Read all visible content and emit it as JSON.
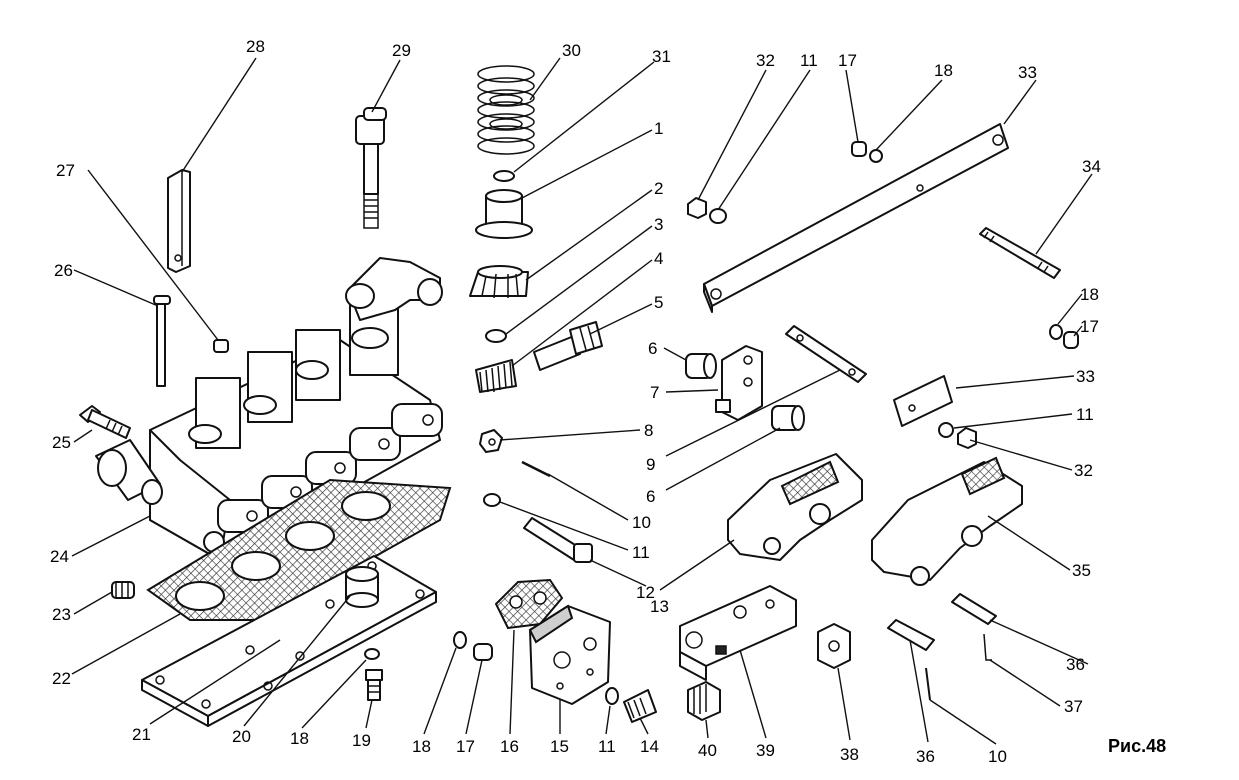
{
  "caption": "Рис.48",
  "callouts": [
    {
      "id": "c28",
      "text": "28"
    },
    {
      "id": "c29",
      "text": "29"
    },
    {
      "id": "c30",
      "text": "30"
    },
    {
      "id": "c31",
      "text": "31"
    },
    {
      "id": "c1",
      "text": "1"
    },
    {
      "id": "c2",
      "text": "2"
    },
    {
      "id": "c3",
      "text": "3"
    },
    {
      "id": "c4",
      "text": "4"
    },
    {
      "id": "c5",
      "text": "5"
    },
    {
      "id": "c6a",
      "text": "6"
    },
    {
      "id": "c7",
      "text": "7"
    },
    {
      "id": "c8",
      "text": "8"
    },
    {
      "id": "c9",
      "text": "9"
    },
    {
      "id": "c6b",
      "text": "6"
    },
    {
      "id": "c10a",
      "text": "10"
    },
    {
      "id": "c11a",
      "text": "11"
    },
    {
      "id": "c13",
      "text": "13"
    },
    {
      "id": "c12",
      "text": "12"
    },
    {
      "id": "c27",
      "text": "27"
    },
    {
      "id": "c26",
      "text": "26"
    },
    {
      "id": "c25",
      "text": "25"
    },
    {
      "id": "c24",
      "text": "24"
    },
    {
      "id": "c23",
      "text": "23"
    },
    {
      "id": "c22",
      "text": "22"
    },
    {
      "id": "c21",
      "text": "21"
    },
    {
      "id": "c20",
      "text": "20"
    },
    {
      "id": "c18a",
      "text": "18"
    },
    {
      "id": "c19",
      "text": "19"
    },
    {
      "id": "c18b",
      "text": "18"
    },
    {
      "id": "c17a",
      "text": "17"
    },
    {
      "id": "c16",
      "text": "16"
    },
    {
      "id": "c15",
      "text": "15"
    },
    {
      "id": "c11b",
      "text": "11"
    },
    {
      "id": "c14",
      "text": "14"
    },
    {
      "id": "c40",
      "text": "40"
    },
    {
      "id": "c39",
      "text": "39"
    },
    {
      "id": "c38",
      "text": "38"
    },
    {
      "id": "c36a",
      "text": "36"
    },
    {
      "id": "c10b",
      "text": "10"
    },
    {
      "id": "c32a",
      "text": "32"
    },
    {
      "id": "c11c",
      "text": "11"
    },
    {
      "id": "c17b",
      "text": "17"
    },
    {
      "id": "c18c",
      "text": "18"
    },
    {
      "id": "c33a",
      "text": "33"
    },
    {
      "id": "c34",
      "text": "34"
    },
    {
      "id": "c18d",
      "text": "18"
    },
    {
      "id": "c17c",
      "text": "17"
    },
    {
      "id": "c33b",
      "text": "33"
    },
    {
      "id": "c11d",
      "text": "11"
    },
    {
      "id": "c32b",
      "text": "32"
    },
    {
      "id": "c35",
      "text": "35"
    },
    {
      "id": "c36b",
      "text": "36"
    },
    {
      "id": "c37",
      "text": "37"
    }
  ]
}
